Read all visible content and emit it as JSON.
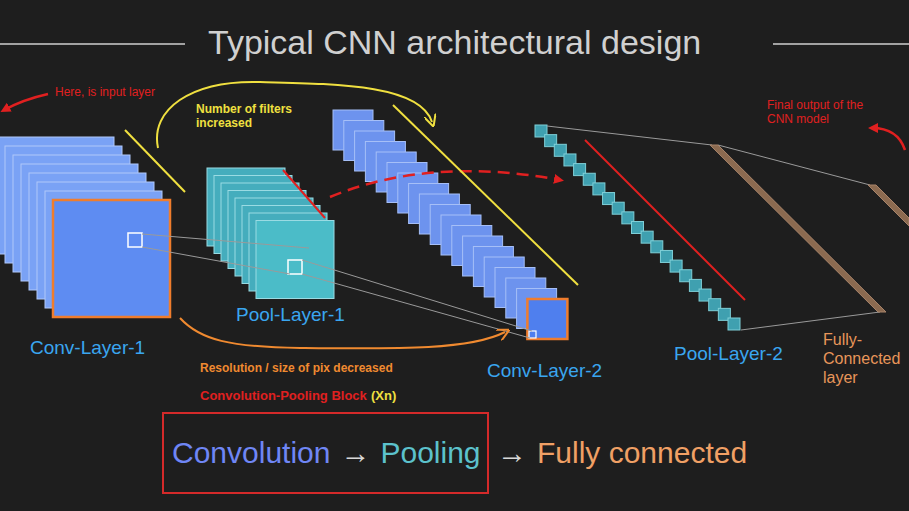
{
  "diagram": {
    "title": "Typical CNN architectural design",
    "nodes": [
      {
        "text": [
          "Convolution",
          "→",
          "Pooling"
        ]
      }
    ],
    "labels": [
      "Here, is input layer",
      "Number of filters increased",
      "Final output of the CNN model",
      "Conv-Layer-1",
      "Pool-Layer-1",
      "Conv-Layer-2",
      "Pool-Layer-2",
      "Fully-Connected layer",
      "Resolution / size of pix decreased",
      "Convolution-Pooling Block",
      "(Xn)",
      "→",
      "Fully connected"
    ]
  }
}
